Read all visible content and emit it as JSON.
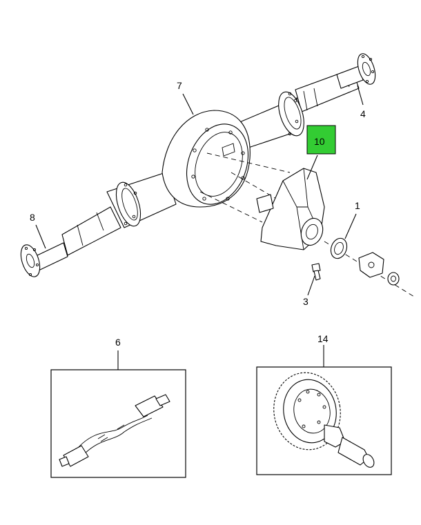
{
  "callouts": {
    "c1": "1",
    "c3": "3",
    "c4": "4",
    "c6": "6",
    "c7": "7",
    "c8": "8",
    "c10": "10",
    "c14": "14"
  },
  "highlight_color": "#33cc33"
}
